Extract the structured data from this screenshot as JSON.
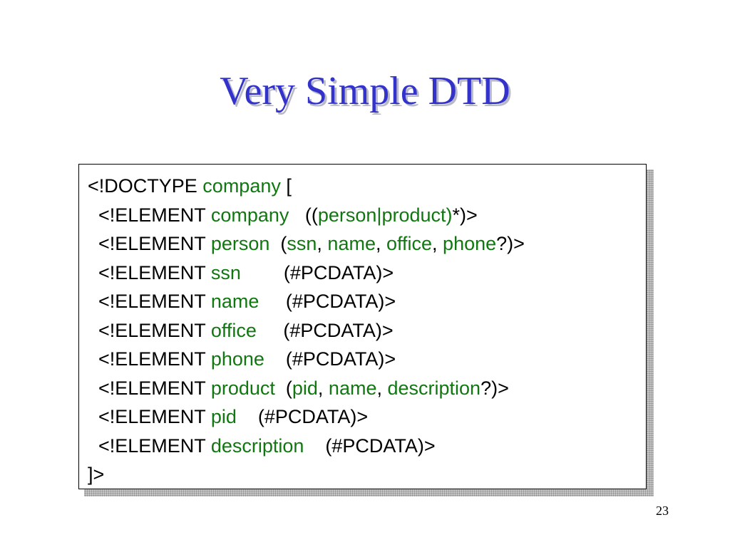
{
  "slide": {
    "title": "Very Simple DTD",
    "page_number": "23"
  },
  "dtd_lines": [
    [
      {
        "t": "<!DOCTYPE "
      },
      {
        "t": "company",
        "g": true
      },
      {
        "t": " ["
      }
    ],
    [
      {
        "t": "  <!ELEMENT "
      },
      {
        "t": "company",
        "g": true
      },
      {
        "t": "   (("
      },
      {
        "t": "person|product)",
        "g": true
      },
      {
        "t": "*)>"
      }
    ],
    [
      {
        "t": "  <!ELEMENT "
      },
      {
        "t": "person",
        "g": true
      },
      {
        "t": "  ("
      },
      {
        "t": "ssn",
        "g": true
      },
      {
        "t": ", "
      },
      {
        "t": "name",
        "g": true
      },
      {
        "t": ", "
      },
      {
        "t": "office",
        "g": true
      },
      {
        "t": ", "
      },
      {
        "t": "phone",
        "g": true
      },
      {
        "t": "?)>"
      }
    ],
    [
      {
        "t": "  <!ELEMENT "
      },
      {
        "t": "ssn",
        "g": true
      },
      {
        "t": "        (#PCDATA)>"
      }
    ],
    [
      {
        "t": "  <!ELEMENT "
      },
      {
        "t": "name",
        "g": true
      },
      {
        "t": "     (#PCDATA)>"
      }
    ],
    [
      {
        "t": "  <!ELEMENT "
      },
      {
        "t": "office",
        "g": true
      },
      {
        "t": "     (#PCDATA)>"
      }
    ],
    [
      {
        "t": "  <!ELEMENT "
      },
      {
        "t": "phone",
        "g": true
      },
      {
        "t": "    (#PCDATA)>"
      }
    ],
    [
      {
        "t": "  <!ELEMENT "
      },
      {
        "t": "product",
        "g": true
      },
      {
        "t": "  ("
      },
      {
        "t": "pid",
        "g": true
      },
      {
        "t": ", "
      },
      {
        "t": "name",
        "g": true
      },
      {
        "t": ", "
      },
      {
        "t": "description",
        "g": true
      },
      {
        "t": "?)>"
      }
    ],
    [
      {
        "t": "  <!ELEMENT "
      },
      {
        "t": "pid",
        "g": true
      },
      {
        "t": "    (#PCDATA)>"
      }
    ],
    [
      {
        "t": "  <!ELEMENT "
      },
      {
        "t": "description",
        "g": true
      },
      {
        "t": "    (#PCDATA)>"
      }
    ],
    [
      {
        "t": "]>"
      }
    ]
  ],
  "colors": {
    "title": "#3333cc",
    "keyword_green": "#117711",
    "text": "#000000"
  }
}
